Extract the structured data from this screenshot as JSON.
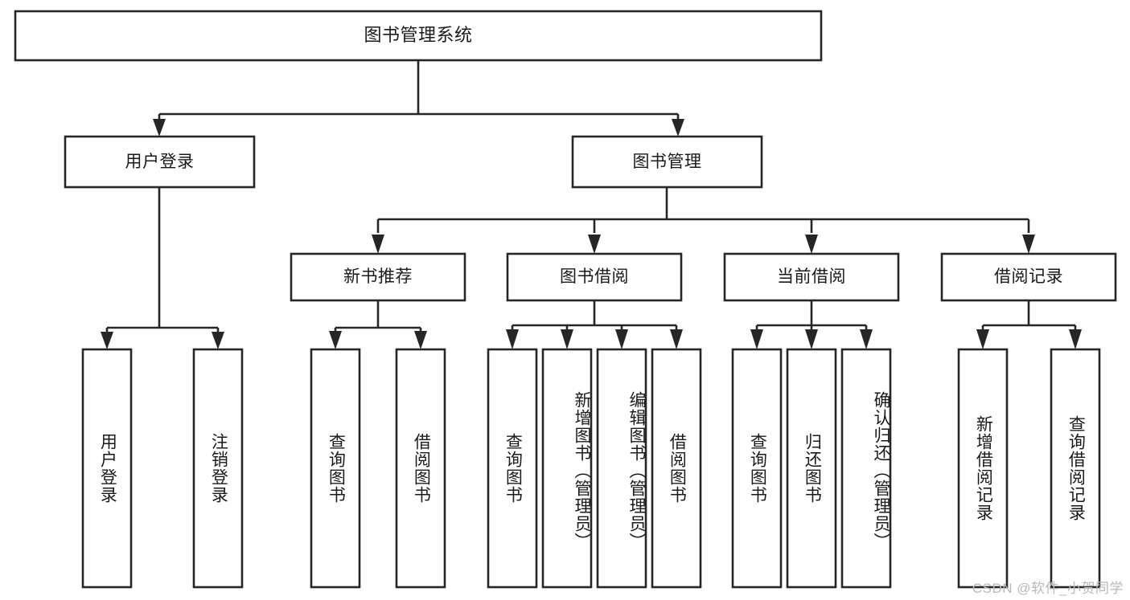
{
  "diagram": {
    "type": "tree-hierarchy-chart",
    "root": {
      "id": "root",
      "label": "图书管理系统",
      "orientation": "horizontal"
    },
    "level2": [
      {
        "id": "user-login",
        "label": "用户登录",
        "orientation": "horizontal"
      },
      {
        "id": "book-management",
        "label": "图书管理",
        "orientation": "horizontal"
      }
    ],
    "level3": [
      {
        "id": "new-book-recommend",
        "label": "新书推荐",
        "orientation": "horizontal"
      },
      {
        "id": "book-borrow",
        "label": "图书借阅",
        "orientation": "horizontal"
      },
      {
        "id": "current-borrow",
        "label": "当前借阅",
        "orientation": "horizontal"
      },
      {
        "id": "borrow-record",
        "label": "借阅记录",
        "orientation": "horizontal"
      }
    ],
    "leaves": [
      {
        "id": "leaf-user-login",
        "label": "用户登录",
        "parent": "user-login",
        "orientation": "vertical"
      },
      {
        "id": "leaf-logout",
        "label": "注销登录",
        "parent": "user-login",
        "orientation": "vertical"
      },
      {
        "id": "leaf-query-book-1",
        "label": "查询图书",
        "parent": "new-book-recommend",
        "orientation": "vertical"
      },
      {
        "id": "leaf-borrow-book-1",
        "label": "借阅图书",
        "parent": "new-book-recommend",
        "orientation": "vertical"
      },
      {
        "id": "leaf-query-book-2",
        "label": "查询图书",
        "parent": "book-borrow",
        "orientation": "vertical"
      },
      {
        "id": "leaf-add-book",
        "label": "新增图书（管理员）",
        "parent": "book-borrow",
        "orientation": "vertical"
      },
      {
        "id": "leaf-edit-book",
        "label": "编辑图书（管理员）",
        "parent": "book-borrow",
        "orientation": "vertical"
      },
      {
        "id": "leaf-borrow-book-2",
        "label": "借阅图书",
        "parent": "book-borrow",
        "orientation": "vertical"
      },
      {
        "id": "leaf-query-book-3",
        "label": "查询图书",
        "parent": "current-borrow",
        "orientation": "vertical"
      },
      {
        "id": "leaf-return-book",
        "label": "归还图书",
        "parent": "current-borrow",
        "orientation": "vertical"
      },
      {
        "id": "leaf-confirm-return",
        "label": "确认归还（管理员）",
        "parent": "current-borrow",
        "orientation": "vertical"
      },
      {
        "id": "leaf-add-record",
        "label": "新增借阅记录",
        "parent": "borrow-record",
        "orientation": "vertical"
      },
      {
        "id": "leaf-query-record",
        "label": "查询借阅记录",
        "parent": "borrow-record",
        "orientation": "vertical"
      }
    ],
    "watermark": "CSDN @软件_小贺同学",
    "colors": {
      "box_stroke": "#262626",
      "box_fill": "#ffffff",
      "text": "#1a1a1a",
      "watermark": "#b9b9b9",
      "background": "#ffffff"
    }
  }
}
